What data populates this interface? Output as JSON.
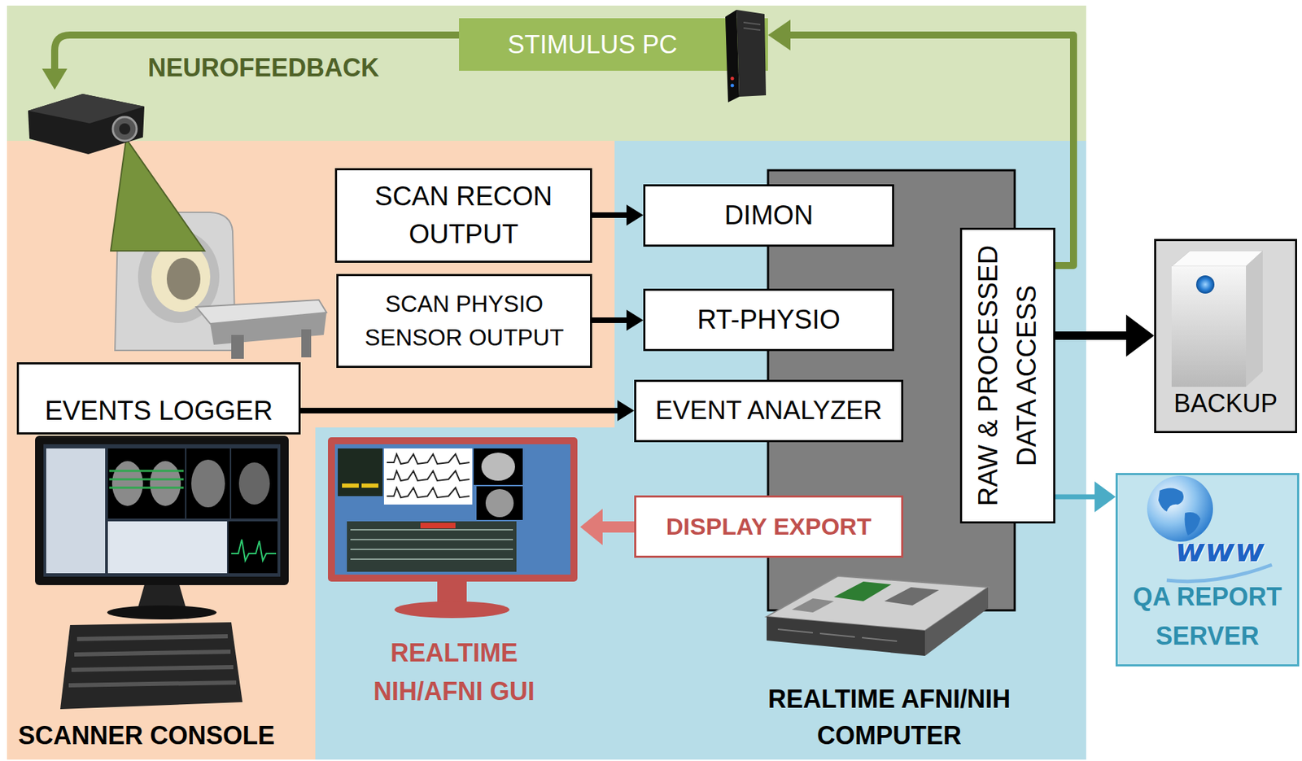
{
  "diagram": {
    "nodes": [
      {
        "text": [
          "STIMULUS PC"
        ]
      },
      {
        "text": [
          "SCAN RECON OUTPUT"
        ]
      },
      {
        "text": [
          "DIMON"
        ]
      },
      {
        "text": [
          "SCAN PHYSIO SENSOR OUTPUT"
        ]
      },
      {
        "text": [
          "RT-PHYSIO"
        ]
      },
      {
        "text": [
          "EVENTS LOGGER"
        ]
      },
      {
        "text": [
          "EVENT ANALYZER"
        ]
      },
      {
        "text": [
          "RAW & PROCESSED DATA ACCESS"
        ]
      },
      {
        "text": [
          "DISPLAY EXPORT"
        ]
      },
      {
        "text": [
          "BACKUP"
        ]
      },
      {
        "text": [
          "QA REPORT SERVER"
        ]
      }
    ],
    "edges": [
      {
        "from": 1,
        "to": 2,
        "arrow": "to"
      },
      {
        "from": 3,
        "to": 4,
        "arrow": "to"
      },
      {
        "from": 5,
        "to": 6,
        "arrow": "to"
      },
      {
        "from": 7,
        "to": 0,
        "arrow": "to"
      },
      {
        "from": 7,
        "to": 9,
        "arrow": "to"
      },
      {
        "from": 7,
        "to": 10,
        "arrow": "to"
      }
    ],
    "labels": [
      "NEUROFEEDBACK",
      "SCANNER CONSOLE",
      "REALTIME NIH/AFNI GUI",
      "REALTIME AFNI/NIH COMPUTER",
      "www"
    ]
  }
}
